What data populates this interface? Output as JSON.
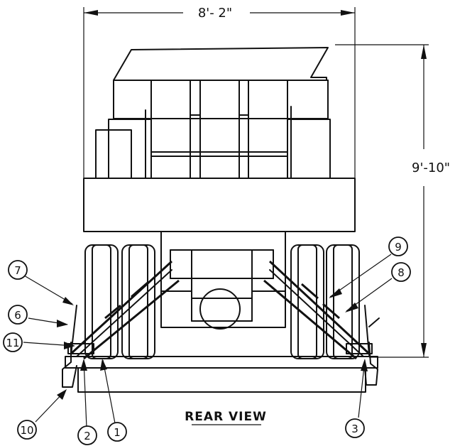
{
  "dimensions": {
    "width_label": "8'- 2\"",
    "height_label": "9'-10\""
  },
  "caption": "REAR VIEW",
  "callouts": [
    {
      "id": "7",
      "label": "7"
    },
    {
      "id": "6",
      "label": "6"
    },
    {
      "id": "11",
      "label": "11"
    },
    {
      "id": "10",
      "label": "10"
    },
    {
      "id": "2",
      "label": "2"
    },
    {
      "id": "1",
      "label": "1"
    },
    {
      "id": "9",
      "label": "9"
    },
    {
      "id": "8",
      "label": "8"
    },
    {
      "id": "3",
      "label": "3"
    }
  ]
}
